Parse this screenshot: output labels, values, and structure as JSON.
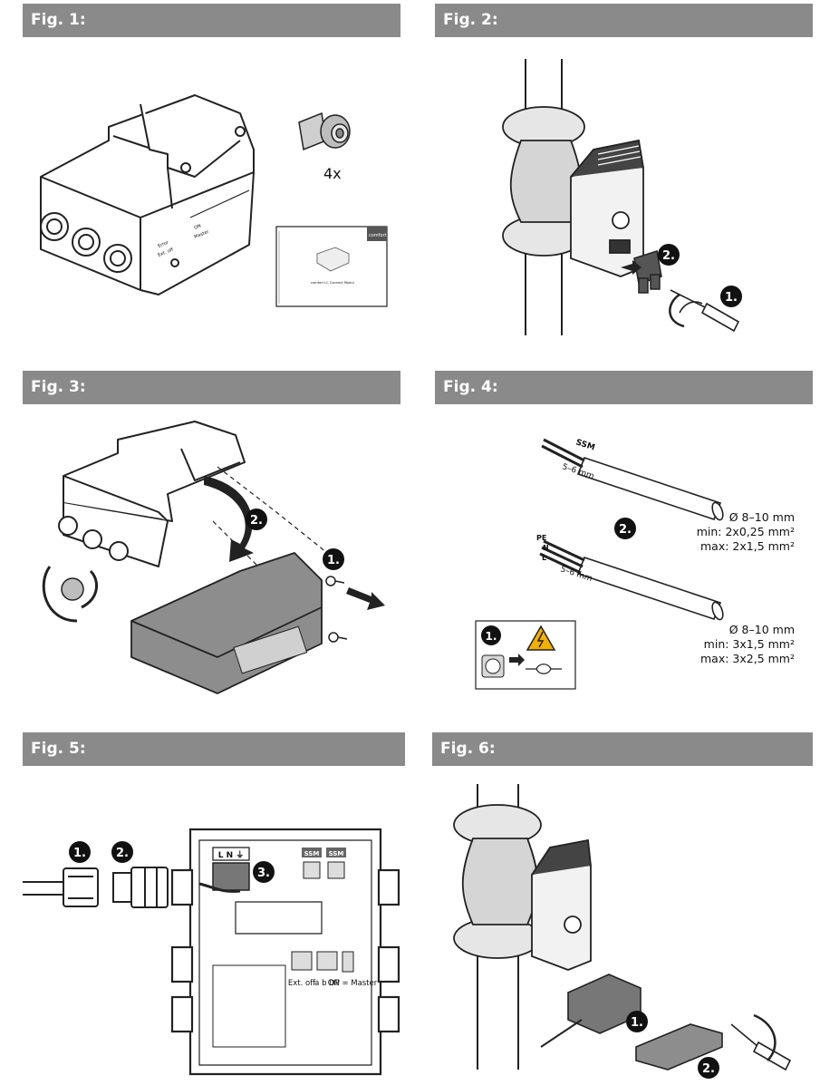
{
  "figures": [
    {
      "title": "Fig. 1:"
    },
    {
      "title": "Fig. 2:"
    },
    {
      "title": "Fig. 3:"
    },
    {
      "title": "Fig. 4:"
    },
    {
      "title": "Fig. 5:"
    },
    {
      "title": "Fig. 6:"
    }
  ],
  "fig1": {
    "qty": "4x",
    "module_labels": [
      "Error",
      "Ext. off",
      "ON",
      "Master"
    ],
    "manual_brand": "comfort",
    "manual_title": "comfort LC Connect Modul"
  },
  "fig2": {
    "steps": [
      "1.",
      "2."
    ]
  },
  "fig3": {
    "steps": [
      "1.",
      "2."
    ]
  },
  "fig4": {
    "steps": [
      "1.",
      "2."
    ],
    "cable1": {
      "label": "SSM",
      "strip": "5–6 mm",
      "spec": [
        "Ø 8–10 mm",
        "min: 2x0,25 mm²",
        "max: 2x1,5 mm²"
      ]
    },
    "cable2": {
      "wires": [
        "PE",
        "N",
        "L"
      ],
      "strip": "5–6 mm",
      "spec": [
        "Ø 8–10 mm",
        "min: 3x1,5 mm²",
        "max: 3x2,5 mm²"
      ]
    }
  },
  "fig5": {
    "steps": [
      "1.",
      "2.",
      "3."
    ],
    "terminal": "L N ⏚",
    "ssm": [
      "SSM",
      "SSM"
    ],
    "bottom": [
      "Ext. off",
      "a b DP",
      "ON = Master"
    ]
  },
  "fig6": {
    "steps": [
      "1.",
      "2."
    ]
  }
}
